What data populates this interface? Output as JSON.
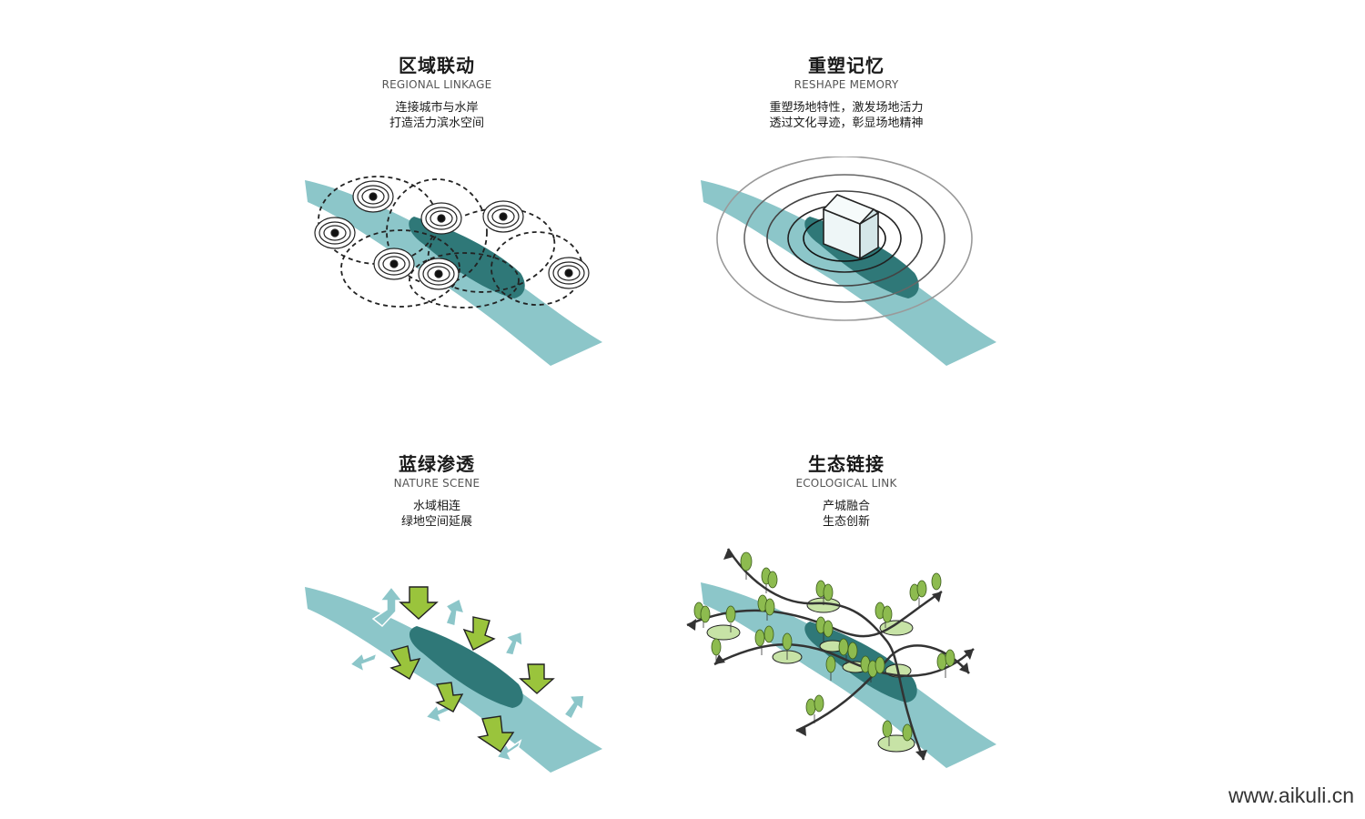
{
  "panels": [
    {
      "id": "regional-linkage",
      "title": "区域联动",
      "subtitle": "REGIONAL LINKAGE",
      "desc": [
        "连接城市与水岸",
        "打造活力滨水空间"
      ]
    },
    {
      "id": "reshape-memory",
      "title": "重塑记忆",
      "subtitle": "RESHAPE MEMORY",
      "desc": [
        "重塑场地特性，激发场地活力",
        "透过文化寻迹，彰显场地精神"
      ]
    },
    {
      "id": "nature-scene",
      "title": "蓝绿渗透",
      "subtitle": "NATURE SCENE",
      "desc": [
        "水域相连",
        "绿地空间延展"
      ]
    },
    {
      "id": "ecological-link",
      "title": "生态链接",
      "subtitle": "ECOLOGICAL LINK",
      "desc": [
        "产城融合",
        "生态创新"
      ]
    }
  ],
  "colors": {
    "river_light": "#8cc6c9",
    "river_dark": "#2f7878",
    "green_arrow": "#9ac43c",
    "tree_green": "#8dbb4f",
    "ellipse_green": "#c7e3a6",
    "line_dark": "#222222"
  },
  "watermark": "www.aikuli.cn"
}
